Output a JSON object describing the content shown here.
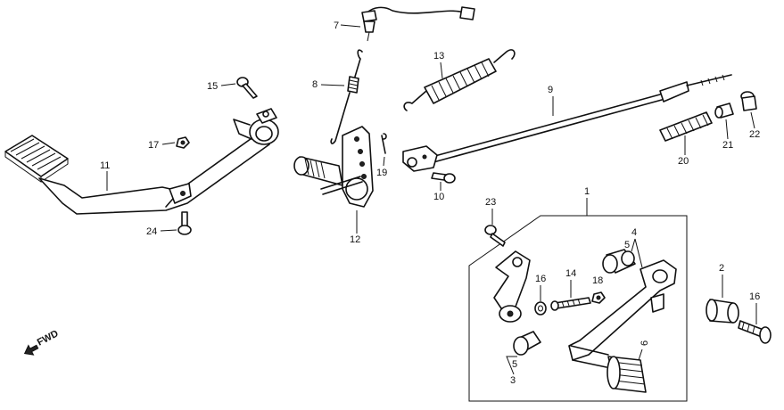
{
  "diagram": {
    "labels": {
      "p1": "1",
      "p2": "2",
      "p3": "3",
      "p4": "4",
      "p5a": "5",
      "p5b": "5",
      "p6": "6",
      "p7": "7",
      "p8": "8",
      "p9": "9",
      "p10": "10",
      "p11": "11",
      "p12": "12",
      "p13": "13",
      "p14": "14",
      "p15": "15",
      "p16a": "16",
      "p16b": "16",
      "p17": "17",
      "p18": "18",
      "p19": "19",
      "p20": "20",
      "p21": "21",
      "p22": "22",
      "p23": "23",
      "p24": "24"
    },
    "direction_label": "FWD",
    "colors": {
      "ink": "#111111",
      "background": "#ffffff"
    }
  }
}
